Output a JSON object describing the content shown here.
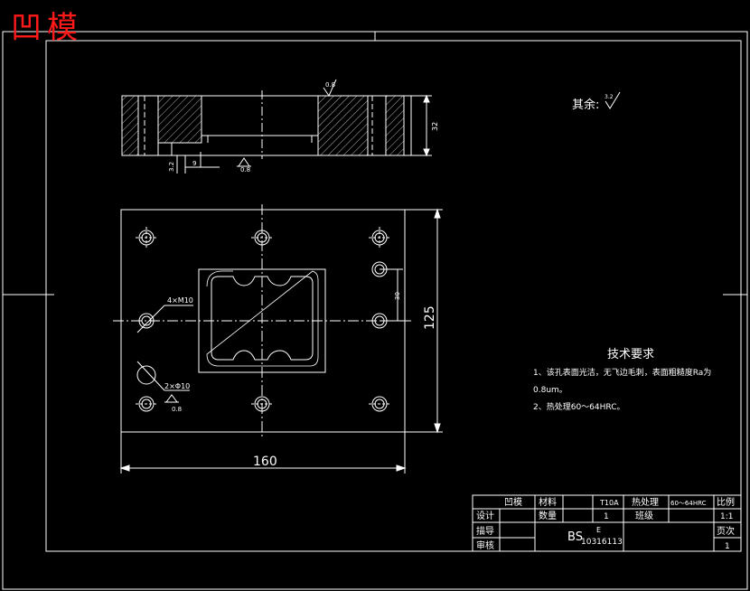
{
  "drawing": {
    "big_title": "凹模",
    "other_roughness_label": "其余:",
    "other_roughness_value": "3.2",
    "section": {
      "roughness_top": "0.8",
      "roughness_bottom": "0.8",
      "dim_height": "32",
      "dim_small_a": "3.2",
      "dim_small_b": "9"
    },
    "plan": {
      "dim_width": "160",
      "dim_height": "125",
      "dim_inner": "30",
      "thread_note": "4×M10",
      "pin_note": "2×Φ10",
      "pin_roughness": "0.8"
    },
    "tech": {
      "heading": "技术要求",
      "line1": "1、该孔表面光洁，无飞边毛刺，表面粗糙度Ra为",
      "line2": "0.8um。",
      "line3": "2、热处理60～64HRC。"
    }
  },
  "title_block": {
    "part_name": "凹模",
    "material_label": "材料",
    "material_value": "T10A",
    "heat_label": "热处理",
    "heat_value": "60～64HRC",
    "scale_label": "比例",
    "scale_value": "1:1",
    "design_label": "设计",
    "quantity_label": "数量",
    "quantity_value": "1",
    "class_label": "班级",
    "draw_label": "描导",
    "review_label": "审核",
    "code_prefix": "BS",
    "code_value": "10316113",
    "code_letter": "E",
    "page_label": "页次",
    "page_value": "1"
  },
  "colors": {
    "line": "#ffffff",
    "title": "#ff1a1a",
    "background": "#000000"
  }
}
